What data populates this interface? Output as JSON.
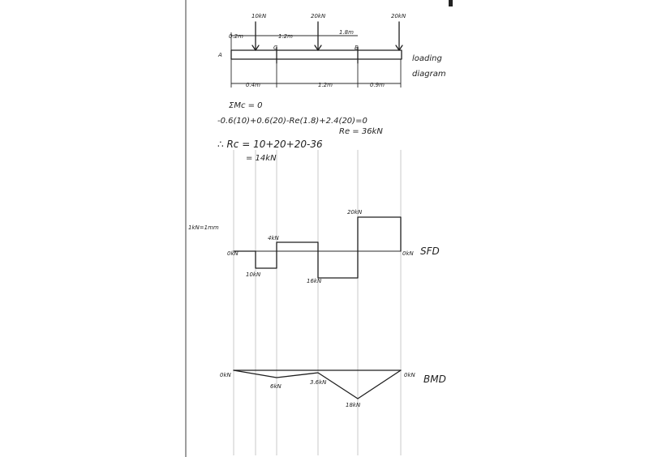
{
  "loading": {
    "loads": [
      "10kN",
      "20kN",
      "20kN"
    ],
    "top_dims": [
      "0.2m",
      "1.2m",
      "1.8m"
    ],
    "bottom_dims": [
      "0.4m",
      "1.2m",
      "0.9m"
    ],
    "point_labels": {
      "a": "A",
      "c": "C",
      "e": "E"
    },
    "caption": [
      "loading",
      "diagram"
    ]
  },
  "calc": {
    "line1": "ΣMc = 0",
    "line2": "-0.6(10)+0.6(20)-Re(1.8)+2.4(20)=0",
    "line3": "Re = 36kN",
    "line4": "∴ Rc = 10+20+20-36",
    "line5": "= 14kN"
  },
  "sfd": {
    "scale": "1kN=1mm",
    "label": "SFD",
    "values": [
      "0kN",
      "10kN",
      "4kN",
      "16kN",
      "20kN",
      "0kN"
    ]
  },
  "bmd": {
    "label": "BMD",
    "values": [
      "0kN",
      "6kN",
      "3.6kN",
      "18kN",
      "0kN"
    ]
  }
}
